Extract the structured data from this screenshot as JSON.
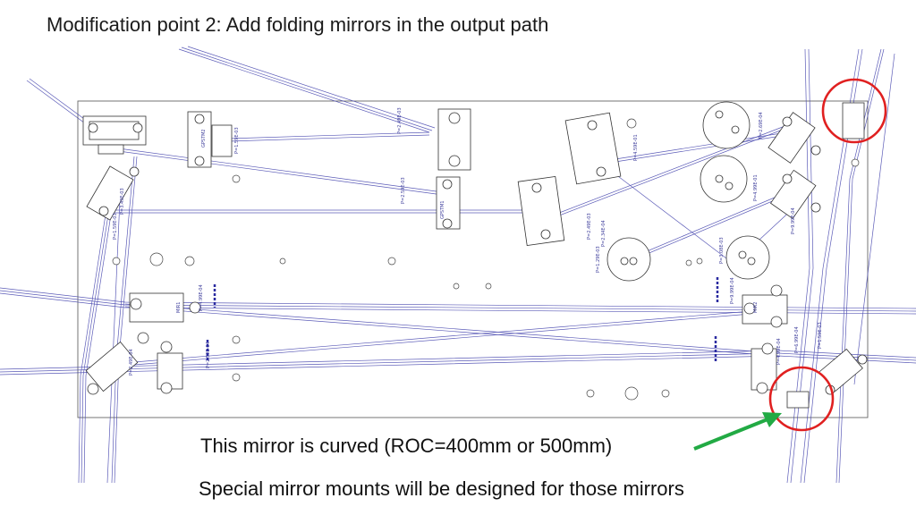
{
  "slide": {
    "title": "Modification point 2: Add folding mirrors in the output path",
    "caption_curved": "This mirror is curved (ROC=400mm or 500mm)",
    "caption_mounts": "Special mirror mounts will be designed for those mirrors"
  },
  "annotation_colors": {
    "highlight_circle": "#e02020",
    "arrow": "#22aa44",
    "beam": "#4a4ab0",
    "board_outline": "#666666"
  },
  "component_labels": {
    "sm1": "GPSTM2",
    "sm2": "GPSTM1",
    "sm3": "MIR1",
    "sm4": "MIR2"
  },
  "power_labels": [
    "P=2.49E-03",
    "P=1.59E-03",
    "P=2.59E-03",
    "P=4.59E-01",
    "P=2.69E-04",
    "P=4.99E-01",
    "P=2.49E-03",
    "P=2.34E-04",
    "P=1.29E-03",
    "P=3.08E-03",
    "P=9.99E-04",
    "P=4.99E-04",
    "P=1.59E-03",
    "P=3.49E-03",
    "P=2.59E-04",
    "P=4.99E-04",
    "P=6.99E-04",
    "P=1.59E-03",
    "P=9.99E-04",
    "P=2.49E-04"
  ]
}
